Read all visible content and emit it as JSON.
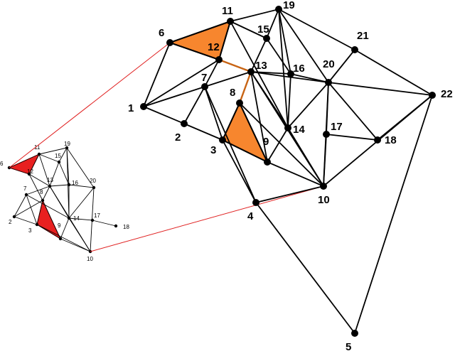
{
  "colors": {
    "edge": "#000000",
    "node": "#000000",
    "highlight_fill_large": "#f7862e",
    "highlight_fill_small": "#e82020",
    "highlight_edge_large": "#c86414",
    "connector": "#e02020"
  },
  "main_graph": {
    "nodes": [
      {
        "id": "1",
        "label": "1"
      },
      {
        "id": "2",
        "label": "2"
      },
      {
        "id": "3",
        "label": "3"
      },
      {
        "id": "4",
        "label": "4"
      },
      {
        "id": "5",
        "label": "5"
      },
      {
        "id": "6",
        "label": "6"
      },
      {
        "id": "7",
        "label": "7"
      },
      {
        "id": "8",
        "label": "8"
      },
      {
        "id": "9",
        "label": "9"
      },
      {
        "id": "10",
        "label": "10"
      },
      {
        "id": "11",
        "label": "11"
      },
      {
        "id": "12",
        "label": "12"
      },
      {
        "id": "13",
        "label": "13"
      },
      {
        "id": "14",
        "label": "14"
      },
      {
        "id": "15",
        "label": "15"
      },
      {
        "id": "16",
        "label": "16"
      },
      {
        "id": "17",
        "label": "17"
      },
      {
        "id": "18",
        "label": "18"
      },
      {
        "id": "19",
        "label": "19"
      },
      {
        "id": "20",
        "label": "20"
      },
      {
        "id": "21",
        "label": "21"
      },
      {
        "id": "22",
        "label": "22"
      }
    ],
    "edges": [
      [
        "1",
        "6"
      ],
      [
        "1",
        "7"
      ],
      [
        "1",
        "2"
      ],
      [
        "1",
        "12"
      ],
      [
        "6",
        "11"
      ],
      [
        "6",
        "12"
      ],
      [
        "11",
        "12"
      ],
      [
        "11",
        "19"
      ],
      [
        "11",
        "15"
      ],
      [
        "11",
        "14"
      ],
      [
        "12",
        "13"
      ],
      [
        "7",
        "12"
      ],
      [
        "7",
        "13"
      ],
      [
        "7",
        "2"
      ],
      [
        "7",
        "3"
      ],
      [
        "7",
        "4"
      ],
      [
        "2",
        "3"
      ],
      [
        "3",
        "8"
      ],
      [
        "3",
        "9"
      ],
      [
        "8",
        "9"
      ],
      [
        "8",
        "13"
      ],
      [
        "3",
        "4"
      ],
      [
        "9",
        "13"
      ],
      [
        "9",
        "14"
      ],
      [
        "9",
        "10"
      ],
      [
        "8",
        "10"
      ],
      [
        "13",
        "15"
      ],
      [
        "13",
        "16"
      ],
      [
        "13",
        "14"
      ],
      [
        "13",
        "10"
      ],
      [
        "13",
        "20"
      ],
      [
        "15",
        "19"
      ],
      [
        "15",
        "16"
      ],
      [
        "19",
        "16"
      ],
      [
        "19",
        "14"
      ],
      [
        "19",
        "20"
      ],
      [
        "19",
        "21"
      ],
      [
        "16",
        "14"
      ],
      [
        "16",
        "20"
      ],
      [
        "20",
        "21"
      ],
      [
        "20",
        "22"
      ],
      [
        "21",
        "22"
      ],
      [
        "20",
        "14"
      ],
      [
        "20",
        "17"
      ],
      [
        "20",
        "18"
      ],
      [
        "20",
        "10"
      ],
      [
        "17",
        "18"
      ],
      [
        "17",
        "10"
      ],
      [
        "14",
        "10"
      ],
      [
        "18",
        "22"
      ],
      [
        "4",
        "10"
      ],
      [
        "4",
        "5"
      ],
      [
        "5",
        "22"
      ],
      [
        "10",
        "22"
      ]
    ],
    "highlight_triangles": [
      [
        "6",
        "11",
        "12"
      ],
      [
        "3",
        "8",
        "9"
      ]
    ],
    "highlight_edges": [
      [
        "12",
        "13"
      ],
      [
        "13",
        "8"
      ]
    ]
  },
  "mini_graph": {
    "labels": {
      "1": "",
      "2": "2",
      "3": "3",
      "4": "",
      "5": "",
      "6": "6",
      "7": "7",
      "8": "8",
      "9": "9",
      "10": "10",
      "11": "11",
      "12": "12",
      "13": "13",
      "14": "14",
      "15": "15",
      "16": "16",
      "17": "17",
      "18": "18",
      "19": "19",
      "20": "20",
      "21": "",
      "22": ""
    }
  },
  "connectors": [
    [
      "6",
      "6"
    ],
    [
      "10",
      "10"
    ]
  ]
}
